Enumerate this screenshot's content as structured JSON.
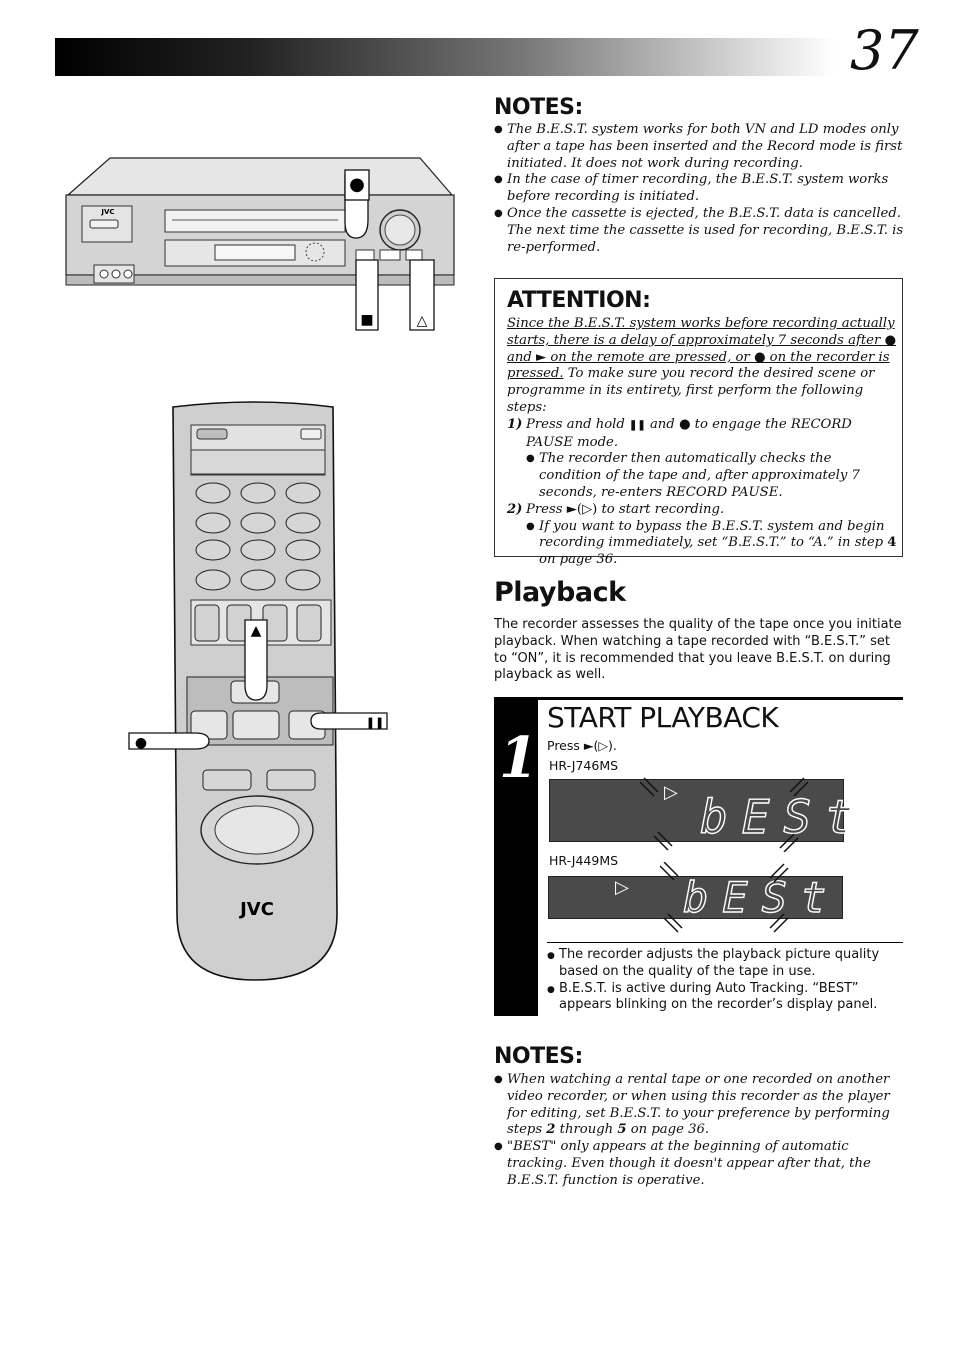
{
  "page": {
    "number": "37"
  },
  "notes_top": {
    "title": "NOTES:",
    "items": [
      "The B.E.S.T. system works for both VN and LD modes only after a tape has been inserted and the Record mode is first initiated. It does not work during recording.",
      "In the case of timer recording, the B.E.S.T. system works before recording is initiated.",
      "Once the cassette is ejected, the B.E.S.T. data is cancelled. The next time the cassette is used for recording, B.E.S.T. is re-performed."
    ]
  },
  "attention": {
    "title": "ATTENTION:",
    "underlined_1": "Since the B.E.S.T. system works before recording actually starts, there is a delay of approximately 7 seconds after ",
    "sym_rec": "●",
    "and_text": " and ",
    "sym_play": "►",
    "underlined_2": "  on the remote are pressed, or ",
    "underlined_3": " on the recorder is pressed.",
    "plain_1": " To make sure you record the desired scene or programme in its entirety, first perform the following steps:",
    "step1_num": "1)",
    "step1_a": "Press and hold ",
    "sym_pause": "❚❚",
    "step1_b": " and ",
    "step1_c": " to engage the RECORD PAUSE mode.",
    "step1_sub": "The recorder then automatically checks the condition of the tape and, after approximately 7 seconds, re-enters RECORD PAUSE.",
    "step2_num": "2)",
    "step2_a": "Press ",
    "step2_sym": "►(▷)",
    "step2_b": " to start recording.",
    "step2_sub_a": "If you want to bypass the B.E.S.T. system and begin recording immediately, set “B.E.S.T.” to “A.” in step ",
    "step2_sub_num": "4",
    "step2_sub_b": " on page 36."
  },
  "playback": {
    "title": "Playback",
    "intro": "The recorder assesses the quality of the tape once you initiate playback. When watching a tape recorded with “B.E.S.T.” set to “ON”, it is recommended that you leave B.E.S.T. on during playback as well."
  },
  "step": {
    "number": "1",
    "title": "START PLAYBACK",
    "press": "Press ►(▷).",
    "model_1": "HR-J746MS",
    "model_2": "HR-J449MS",
    "display_text": "bESt",
    "display_tri": "▷",
    "bullets": [
      "The recorder adjusts the playback picture quality based on the quality of the tape in use.",
      "B.E.S.T. is active during Auto Tracking. “BEST” appears blinking on the recorder’s display panel."
    ]
  },
  "notes_bottom": {
    "title": "NOTES:",
    "item1_a": "When watching a rental tape or one recorded on another video recorder, or when using this recorder as the player for editing, set B.E.S.T. to your preference by performing steps ",
    "item1_n1": "2",
    "item1_b": " through ",
    "item1_n2": "5",
    "item1_c": " on page 36.",
    "item2": "\"BEST\" only appears at the beginning of automatic tracking. Even though it doesn't appear after that, the B.E.S.T. function is operative."
  },
  "illustration": {
    "brand": "JVC",
    "vcr_brand": "JVC",
    "hand_rec": "●",
    "hand_stop": "■",
    "hand_eject": "△",
    "hand_play": "▲",
    "hand_pause": "❚❚",
    "colors": {
      "remote_body": "#cfcfcf",
      "vcr_body": "#d4d4d4",
      "display": "#4a4a4a"
    }
  }
}
